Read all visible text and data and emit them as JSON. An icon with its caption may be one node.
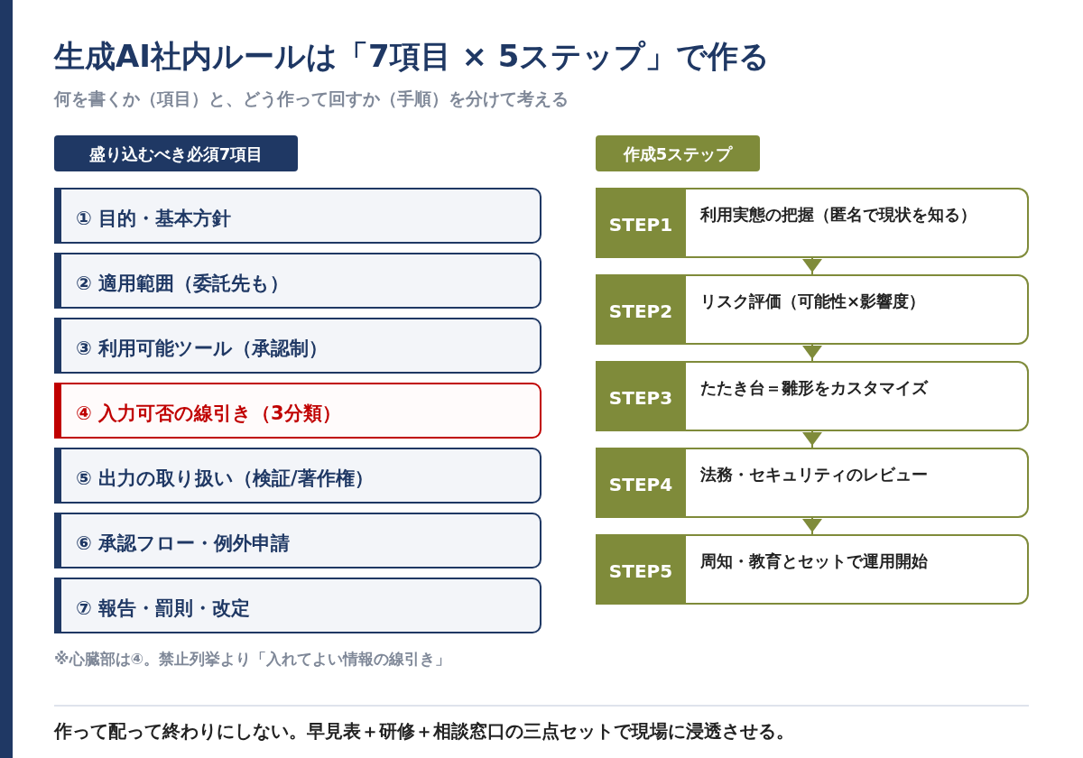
{
  "diagram": {
    "title": "生成AI社内ルールは「7項目 × 5ステップ」で作る",
    "nodes": [
      {
        "text": [
          "盛り込むべき必須7項目"
        ]
      },
      {
        "text": [
          "① 目的・基本方針"
        ]
      },
      {
        "text": [
          "② 適用範囲（委託先も）"
        ]
      },
      {
        "text": [
          "③ 利用可能ツール（承認制）"
        ]
      },
      {
        "text": [
          "④ 入力可否の線引き（3分類）"
        ]
      },
      {
        "text": [
          "⑤ 出力の取り扱い（検証/著作権）"
        ]
      },
      {
        "text": [
          "⑥ 承認フロー・例外申請"
        ]
      },
      {
        "text": [
          "⑦ 報告・罰則・改定"
        ]
      },
      {
        "text": [
          "作成5ステップ"
        ]
      },
      {
        "text": [
          "STEP1",
          "利用実態の把握（匿名で現状を知る）"
        ]
      },
      {
        "text": [
          "STEP2",
          "リスク評価（可能性×影響度）"
        ]
      },
      {
        "text": [
          "STEP3",
          "たたき台＝雛形をカスタマイズ"
        ]
      },
      {
        "text": [
          "STEP4",
          "法務・セキュリティのレビュー"
        ]
      },
      {
        "text": [
          "STEP5",
          "周知・教育とセットで運用開始"
        ]
      }
    ],
    "edges": [
      {
        "from": 9,
        "to": 10,
        "arrow": "to"
      },
      {
        "from": 10,
        "to": 11,
        "arrow": "to"
      },
      {
        "from": 11,
        "to": 12,
        "arrow": "to"
      },
      {
        "from": 12,
        "to": 13,
        "arrow": "to"
      }
    ],
    "labels": [
      "何を書くか（項目）と、どう作って回すか（手順）を分けて考える",
      "※心臓部は④。禁止列挙より「入れてよい情報の線引き」",
      "作って配って終わりにしない。早見表＋研修＋相談窓口の三点セットで現場に浸透させる。"
    ]
  }
}
